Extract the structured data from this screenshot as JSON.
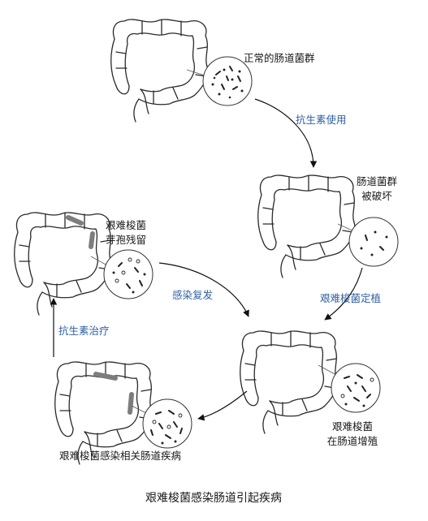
{
  "labels": {
    "normal_flora": "正常的肠道菌群",
    "flora_destroyed_1": "肠道菌群",
    "flora_destroyed_2": "被破坏",
    "spores_remain_1": "艰难梭菌",
    "spores_remain_2": "芽孢残留",
    "proliferate_1": "艰难梭菌",
    "proliferate_2": "在肠道增殖",
    "cdi": "艰难梭菌感染相关肠道疾病"
  },
  "steps": {
    "antibiotic_use": "抗生素使用",
    "colonization": "艰难梭菌定植",
    "recurrence": "感染复发",
    "antibiotic_treatment": "抗生素治疗"
  },
  "caption": "艰难梭菌感染肠道引起疾病",
  "colors": {
    "step_text": "#2e5fa3",
    "outline": "#2a2a2a",
    "infection_patch": "#7d7d7d"
  }
}
